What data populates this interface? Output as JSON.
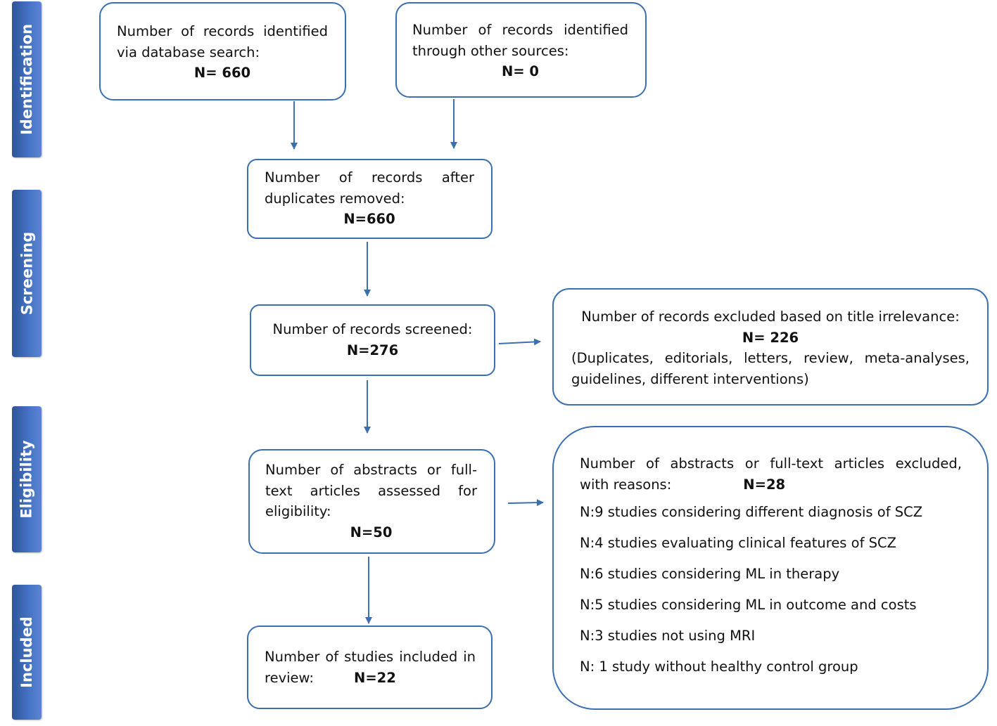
{
  "stages": {
    "identification": "Identification",
    "screening": "Screening",
    "eligibility": "Eligibility",
    "included": "Included"
  },
  "boxes": {
    "db_search": {
      "line1": "Number of records identified",
      "line2": "via database search:",
      "count": "N= 660"
    },
    "other_sources": {
      "line1": "Number of records identified",
      "line2": "through other sources:",
      "count": "N= 0"
    },
    "dup_removed": {
      "line1": "Number of records after",
      "line2": "duplicates removed:",
      "count": "N=660"
    },
    "screened": {
      "line1": "Number of records screened:",
      "count": "N=276"
    },
    "excluded_title": {
      "line1": "Number of records excluded based on title irrelevance:",
      "count": "N= 226",
      "line3": "(Duplicates, editorials, letters, review, meta-analyses,",
      "line4": "guidelines, different interventions)"
    },
    "eligibility": {
      "line1": "Number of abstracts or full-",
      "line2": "text articles assessed for",
      "line3": "eligibility:",
      "count": "N=50"
    },
    "excluded_reasons": {
      "line1": "Number of abstracts or full-text articles excluded,",
      "line2": "with reasons:",
      "count": "N=28",
      "reasons": [
        "N:9 studies considering different diagnosis of SCZ",
        "N:4 studies evaluating clinical features of SCZ",
        "N:6 studies considering ML in therapy",
        "N:5 studies considering ML in outcome and costs",
        "N:3 studies not using MRI",
        "N: 1 study without healthy control group"
      ]
    },
    "included": {
      "line1": "Number of studies included in",
      "line2": "review:",
      "count": "N=22"
    }
  },
  "colors": {
    "border": "#3c6fb0",
    "arrow": "#3c6fb0",
    "stage_fill": "#4472c4"
  }
}
